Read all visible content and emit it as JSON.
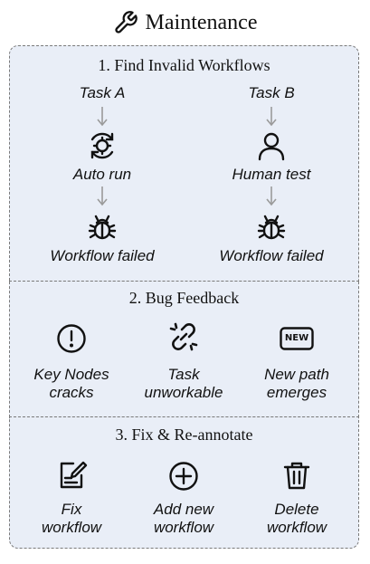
{
  "header": {
    "title": "Maintenance",
    "icon": "wrench-icon"
  },
  "section1": {
    "heading": "1. Find Invalid Workflows",
    "task_a": {
      "label": "Task A",
      "step": "Auto run",
      "step_icon": "gear-refresh-icon",
      "result": "Workflow failed",
      "result_icon": "bug-icon"
    },
    "task_b": {
      "label": "Task B",
      "step": "Human test",
      "step_icon": "person-icon",
      "result": "Workflow failed",
      "result_icon": "bug-icon"
    }
  },
  "section2": {
    "heading": "2. Bug Feedback",
    "items": [
      {
        "line1": "Key Nodes",
        "line2": "cracks",
        "icon": "exclamation-circle-icon"
      },
      {
        "line1": "Task",
        "line2": "unworkable",
        "icon": "broken-link-icon"
      },
      {
        "line1": "New path",
        "line2": "emerges",
        "icon": "new-badge-icon",
        "badge_text": "NEW"
      }
    ]
  },
  "section3": {
    "heading": "3. Fix & Re-annotate",
    "items": [
      {
        "line1": "Fix",
        "line2": "workflow",
        "icon": "edit-document-icon"
      },
      {
        "line1": "Add new",
        "line2": "workflow",
        "icon": "plus-circle-icon"
      },
      {
        "line1": "Delete",
        "line2": "workflow",
        "icon": "trash-icon"
      }
    ]
  },
  "colors": {
    "panel_bg": "#e9eef7",
    "border": "#7a7a7a",
    "arrow": "#9a9a9a",
    "icon": "#111111"
  }
}
